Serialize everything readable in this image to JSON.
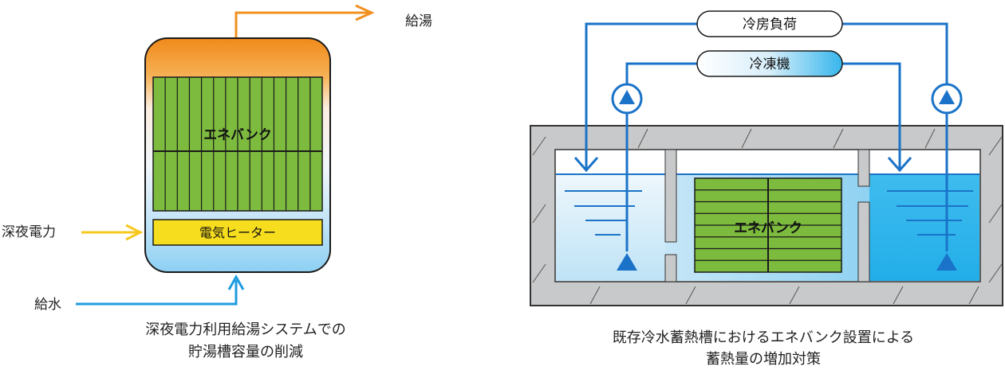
{
  "left_diagram": {
    "hot_water_out_label": "給湯",
    "energy_bank_label": "エネバンク",
    "heater_label": "電気ヒーター",
    "night_power_label": "深夜電力",
    "water_supply_label": "給水",
    "caption_line1": "深夜電力利用給湯システムでの",
    "caption_line2": "貯湯槽容量の削減"
  },
  "right_diagram": {
    "cooling_load_label": "冷房負荷",
    "chiller_label": "冷凍機",
    "energy_bank_label": "エネバンク",
    "caption_line1": "既存冷水蓄熱槽におけるエネバンク設置による",
    "caption_line2": "蓄熱量の増加対策"
  },
  "colors": {
    "hot_orange": "#f0901f",
    "cold_blue": "#1f8fdc",
    "pipe_blue": "#1a73c8",
    "bank_green": "#7dbb3f",
    "heater_yellow": "#f6dd1e",
    "power_yellow": "#f7c81e",
    "concrete_gray": "#c8c9ca"
  }
}
